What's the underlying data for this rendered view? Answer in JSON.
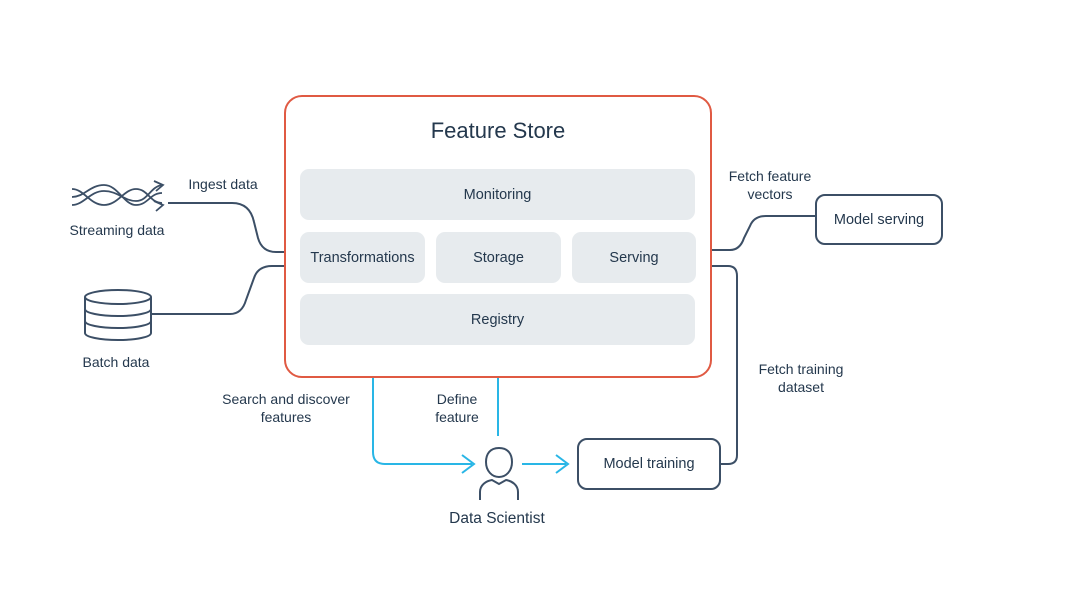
{
  "feature_store": {
    "title": "Feature Store",
    "modules": {
      "monitoring": "Monitoring",
      "transformations": "Transformations",
      "storage": "Storage",
      "serving": "Serving",
      "registry": "Registry"
    }
  },
  "sources": {
    "streaming": "Streaming data",
    "batch": "Batch data",
    "ingest": "Ingest data"
  },
  "outputs": {
    "fetch_vectors_line1": "Fetch feature",
    "fetch_vectors_line2": "vectors",
    "model_serving": "Model serving",
    "fetch_training_line1": "Fetch training",
    "fetch_training_line2": "dataset",
    "model_training": "Model training"
  },
  "scientist": {
    "search_line1": "Search and discover",
    "search_line2": "features",
    "define_line1": "Define",
    "define_line2": "feature",
    "name": "Data Scientist"
  },
  "colors": {
    "store_border": "#e05a43",
    "connector": "#3c4f66",
    "scientist_flow": "#29b6e6",
    "module_fill": "#e7ebee"
  },
  "icons": [
    "streaming-data-icon",
    "database-icon",
    "person-icon"
  ]
}
